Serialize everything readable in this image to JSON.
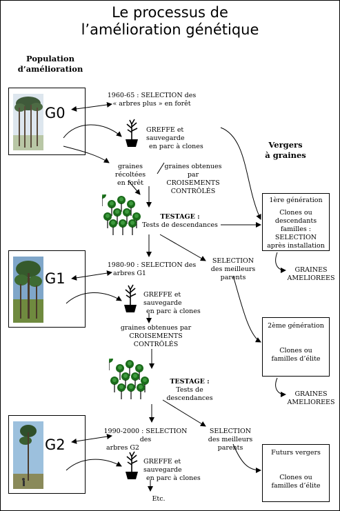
{
  "title": [
    "Le processus de",
    "l’amélioration génétique"
  ],
  "population_heading": [
    "Population",
    "d’amélioration"
  ],
  "vergers_heading": [
    "Vergers",
    "à graines"
  ],
  "generations": [
    {
      "label": "G0"
    },
    {
      "label": "G1"
    },
    {
      "label": "G2"
    }
  ],
  "texts": {
    "sel_g0": [
      "1960-65 : SELECTION des",
      "« arbres plus » en forêt"
    ],
    "greffe_1": [
      "GREFFE et sauvegarde",
      "en parc à clones"
    ],
    "graines_recoltees": [
      "graines récoltées",
      "en forêt"
    ],
    "graines_croisements_1": [
      "graines obtenues par",
      "CROISEMENTS",
      "CONTRÔLÉS"
    ],
    "testage_1": [
      "TESTAGE :",
      "Tests de descendances"
    ],
    "sel_meilleurs_1": [
      "SELECTION",
      "des meilleurs parents"
    ],
    "sel_g1": [
      "1980-90 : SELECTION des",
      "arbres G1"
    ],
    "greffe_2": [
      "GREFFE et sauvegarde",
      "en parc à clones"
    ],
    "graines_croisements_2": [
      "graines obtenues par",
      "CROISEMENTS",
      "CONTRÔLÉS"
    ],
    "testage_2": [
      "TESTAGE :",
      "Tests de descendances"
    ],
    "sel_meilleurs_2": [
      "SELECTION",
      "des meilleurs parents"
    ],
    "sel_g2": [
      "1990-2000 : SELECTION des",
      "arbres G2"
    ],
    "greffe_3": [
      "GREFFE et sauvegarde",
      "en parc à clones"
    ],
    "etc": "Etc.",
    "graines_ameliorees_1": [
      "GRAINES",
      "AMELIOREES"
    ],
    "graines_ameliorees_2": [
      "GRAINES",
      "AMELIOREES"
    ]
  },
  "vergers": [
    {
      "lines": [
        "1ère génération",
        "",
        "Clones ou",
        "descendants",
        "familles :",
        "SELECTION",
        "après installation"
      ]
    },
    {
      "lines": [
        "2ème génération",
        "",
        "",
        "Clones ou",
        "familles d’élite"
      ]
    },
    {
      "lines": [
        "Futurs vergers",
        "",
        "",
        "Clones ou",
        "familles d’élite"
      ]
    }
  ]
}
